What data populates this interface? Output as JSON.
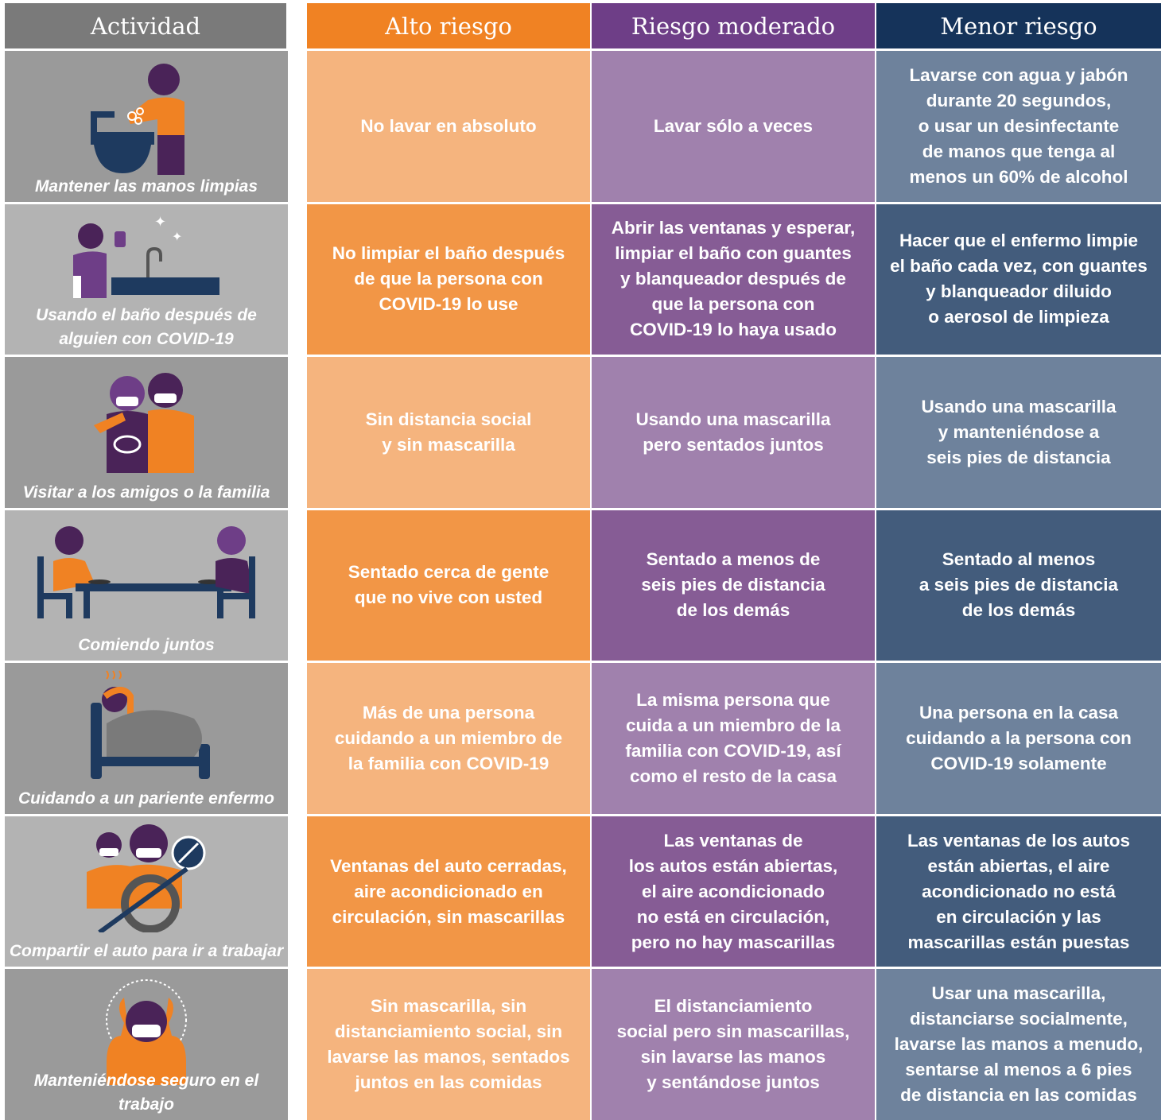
{
  "headers": {
    "activity": "Actividad",
    "high": "Alto riesgo",
    "moderate": "Riesgo moderado",
    "low": "Menor riesgo"
  },
  "colors": {
    "high": "#f08223",
    "moderate": "#6e3e87",
    "low": "#15335a",
    "activity": "#7a7a7a"
  },
  "rows": [
    {
      "activity": "Mantener las manos limpias",
      "icon": "handwashing-icon",
      "high": "No lavar en absoluto",
      "moderate": "Lavar sólo a veces",
      "low": "Lavarse con agua y jabón\ndurante 20 segundos,\no usar un desinfectante\nde manos que tenga al\nmenos un 60% de alcohol"
    },
    {
      "activity": "Usando el baño después de\nalguien con COVID-19",
      "icon": "cleaning-bathroom-icon",
      "high": "No limpiar el baño después\nde que la persona con\nCOVID-19 lo use",
      "moderate": "Abrir las ventanas y esperar,\nlimpiar el baño con guantes\ny blanqueador después de\nque la persona con\nCOVID-19 lo haya usado",
      "low": "Hacer que el enfermo limpie\nel baño cada vez, con guantes\ny blanqueador diluido\no aerosol de limpieza"
    },
    {
      "activity": "Visitar a los amigos o la familia",
      "icon": "family-visit-icon",
      "high": "Sin distancia social\ny sin mascarilla",
      "moderate": "Usando una mascarilla\npero sentados juntos",
      "low": "Usando una mascarilla\ny manteniéndose a\nseis pies de distancia"
    },
    {
      "activity": "Comiendo juntos",
      "icon": "eating-together-icon",
      "high": "Sentado cerca de gente\nque no vive con usted",
      "moderate": "Sentado a menos de\nseis pies de distancia\nde los demás",
      "low": "Sentado al menos\na seis pies de distancia\nde los demás"
    },
    {
      "activity": "Cuidando a un pariente enfermo",
      "icon": "sick-relative-icon",
      "high": "Más de una persona\ncuidando a un miembro de\nla familia con COVID-19",
      "moderate": "La misma persona que\ncuida a un miembro de la\nfamilia con COVID-19, así\ncomo el resto de la casa",
      "low": "Una persona en la casa\ncuidando a la persona con\nCOVID-19 solamente"
    },
    {
      "activity": "Compartir el auto para ir a trabajar",
      "icon": "carpool-icon",
      "high": "Ventanas del auto cerradas,\naire acondicionado en\ncirculación, sin mascarillas",
      "moderate": "Las ventanas de\nlos autos están abiertas,\nel aire acondicionado\nno está en circulación,\npero no hay mascarillas",
      "low": "Las ventanas de los autos\nestán abiertas, el aire\nacondicionado no está\nen circulación y las\nmascarillas están puestas"
    },
    {
      "activity": "Manteniéndose seguro en el trabajo",
      "icon": "safe-at-work-icon",
      "high": "Sin mascarilla, sin\ndistanciamiento social, sin\nlavarse las manos, sentados\njuntos en las comidas",
      "moderate": "El distanciamiento\nsocial pero sin mascarillas,\nsin lavarse las manos\ny sentándose juntos",
      "low": "Usar una mascarilla,\ndistanciarse socialmente,\nlavarse las manos a menudo,\nsentarse al menos a 6 pies\nde distancia en las comidas"
    }
  ]
}
